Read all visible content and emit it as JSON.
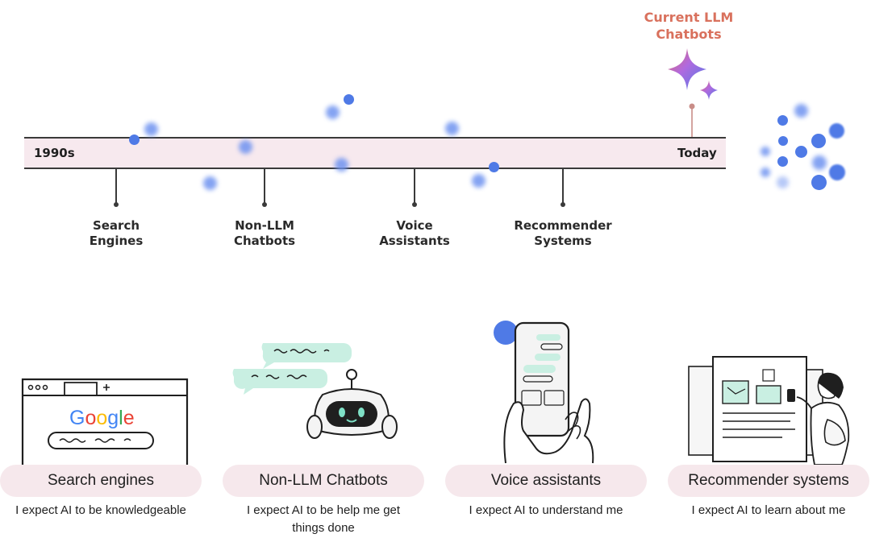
{
  "timeline": {
    "start_label": "1990s",
    "end_label": "Today",
    "milestones": [
      {
        "line1": "Search",
        "line2": "Engines"
      },
      {
        "line1": "Non-LLM",
        "line2": "Chatbots"
      },
      {
        "line1": "Voice",
        "line2": "Assistants"
      },
      {
        "line1": "Recommender",
        "line2": "Systems"
      }
    ],
    "current": {
      "line1": "Current LLM",
      "line2": "Chatbots"
    }
  },
  "cards": [
    {
      "title": "Search engines",
      "caption_line1": "I expect AI to be knowledgeable",
      "caption_line2": "",
      "logo_text": "Google"
    },
    {
      "title": "Non-LLM Chatbots",
      "caption_line1": "I expect AI to be help me get",
      "caption_line2": "things done"
    },
    {
      "title": "Voice assistants",
      "caption_line1": "I expect AI to understand me",
      "caption_line2": ""
    },
    {
      "title": "Recommender systems",
      "caption_line1": "I expect AI to learn about me",
      "caption_line2": ""
    }
  ],
  "colors": {
    "timeline_band": "#f7e9ee",
    "card_pill": "#f6e8ec",
    "current_label": "#d9715d",
    "dot_blue": "#4f7ae6",
    "chat_bubble": "#c9efe2"
  },
  "icons": [
    "sparkle-icon",
    "browser-window-icon",
    "robot-icon",
    "phone-icon",
    "assistant-dots-icon",
    "person-with-phone-icon",
    "newspaper-icon"
  ]
}
